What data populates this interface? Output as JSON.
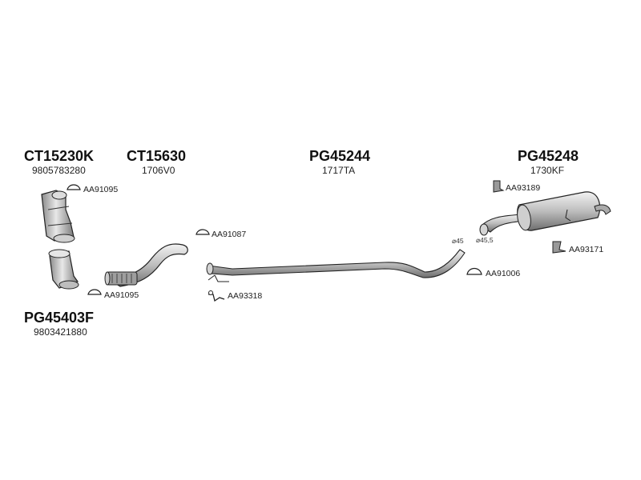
{
  "parts": {
    "catalyst_front": {
      "code": "CT15230K",
      "ref": "9805783280"
    },
    "front_pipe": {
      "code": "CT15630",
      "ref": "1706V0"
    },
    "middle_pipe": {
      "code": "PG45244",
      "ref": "1717TA"
    },
    "rear_silencer": {
      "code": "PG45248",
      "ref": "1730KF"
    },
    "particle_filter": {
      "code": "PG45403F",
      "ref": "9803421880"
    }
  },
  "fittings": {
    "clamp_catalyst": "AA91095",
    "clamp_front_pipe_top": "AA91087",
    "clamp_front_pipe_bottom": "AA91095",
    "mount_middle": "AA93318",
    "mount_silencer_top": "AA93189",
    "mount_silencer_side": "AA93171",
    "clamp_silencer": "AA91006"
  },
  "dimensions": {
    "pipe_diameter": "⌀45",
    "silencer_inlet_diameter": "⌀45,5"
  }
}
